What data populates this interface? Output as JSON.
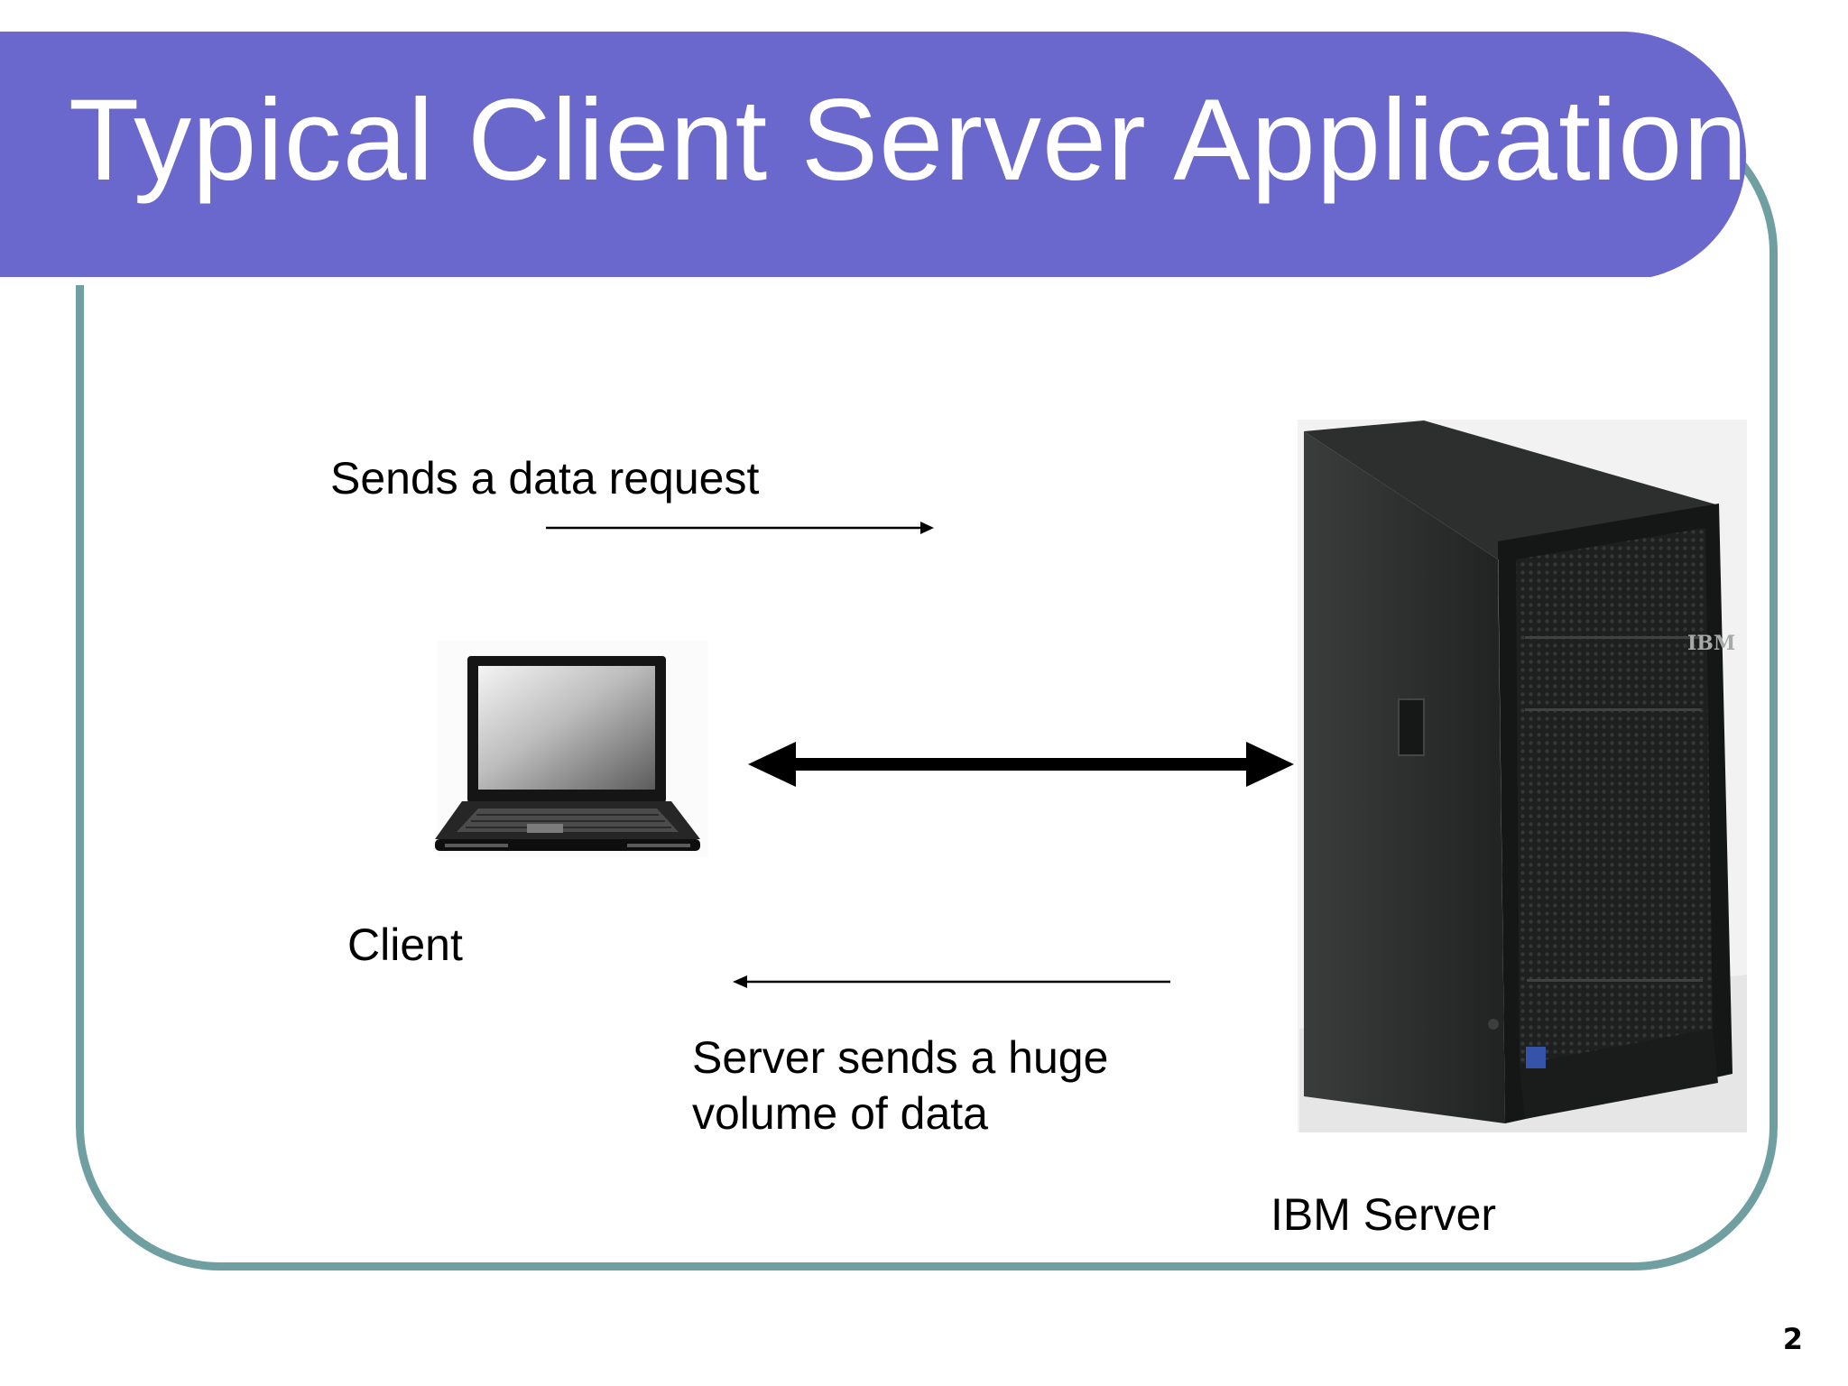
{
  "slide": {
    "title": "Typical Client Server Application",
    "page_number": "2"
  },
  "diagram": {
    "request_label": "Sends a data request",
    "client_label": "Client",
    "response_label_line1": "Server sends a huge",
    "response_label_line2": "volume of data",
    "server_label": "IBM Server",
    "server_brand": "IBM",
    "nodes": [
      {
        "id": "client",
        "icon": "laptop-icon"
      },
      {
        "id": "server",
        "icon": "tower-server-icon"
      }
    ],
    "edges": [
      {
        "from": "client",
        "to": "server",
        "style": "thin",
        "label_ref": "request_label"
      },
      {
        "from": "server",
        "to": "client",
        "style": "thin",
        "label_ref": "response_label"
      },
      {
        "from": "client",
        "to": "server",
        "style": "thick-bidirectional"
      }
    ],
    "colors": {
      "title_band": "#6a67cd",
      "frame": "#6f9fa0",
      "arrows": "#000000"
    }
  }
}
